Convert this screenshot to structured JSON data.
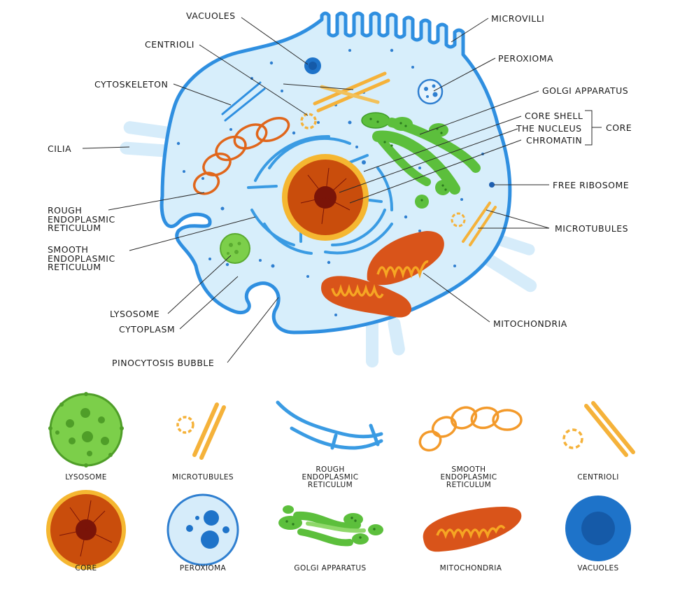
{
  "labels": {
    "vacuoles": "VACUOLES",
    "centrioli": "CENTRIOLI",
    "cytoskeleton": "CYTOSKELETON",
    "cilia": "CILIA",
    "rough_er": [
      "ROUGH",
      "ENDOPLASMIC",
      "RETICULUM"
    ],
    "smooth_er": [
      "SMOOTH",
      "ENDOPLASMIC",
      "RETICULUM"
    ],
    "lysosome": "LYSOSOME",
    "cytoplasm": "CYTOPLASM",
    "pinocytosis": "PINOCYTOSIS BUBBLE",
    "microvilli": "MICROVILLI",
    "peroxioma": "PEROXIOMA",
    "golgi": "GOLGI APPARATUS",
    "core_shell": "CORE SHELL",
    "the_nucleus": "THE NUCLEUS",
    "chromatin": "CHROMATIN",
    "core": "CORE",
    "free_ribosome": "FREE RIBOSOME",
    "microtubules": "MICROTUBULES",
    "mitochondria": "MITOCHONDRIA"
  },
  "legend": {
    "lysosome": "LYSOSOME",
    "microtubules": "MICROTUBULES",
    "rough_er": [
      "ROUGH",
      "ENDOPLASMIC",
      "RETICULUM"
    ],
    "smooth_er": [
      "SMOOTH",
      "ENDOPLASMIC",
      "RETICULUM"
    ],
    "centrioli": "CENTRIOLI",
    "core": "CORE",
    "peroxioma": "PEROXIOMA",
    "golgi": "GOLGI APPARATUS",
    "mitochondria": "MITOCHONDRIA",
    "vacuoles": "VACUOLES"
  },
  "colors": {
    "membrane": "#2f8fe0",
    "cytoplasm": "#d7eefb",
    "cilia": "#d6ecfa",
    "nucleus_outer": "#f5b731",
    "nucleus": "#c94d0c",
    "nucleolus": "#7a1408",
    "golgi": "#5cbf3c",
    "golgi_light": "#8fd86a",
    "mitochondria": "#d9541a",
    "mito_inner": "#f6a623",
    "centriole": "#f5b23a",
    "er_rough": "#3a9be3",
    "er_smooth": "#e0661b",
    "lysosome": "#7ccf4a",
    "vacuole": "#1e73c9",
    "text": "#1a1a1a"
  }
}
